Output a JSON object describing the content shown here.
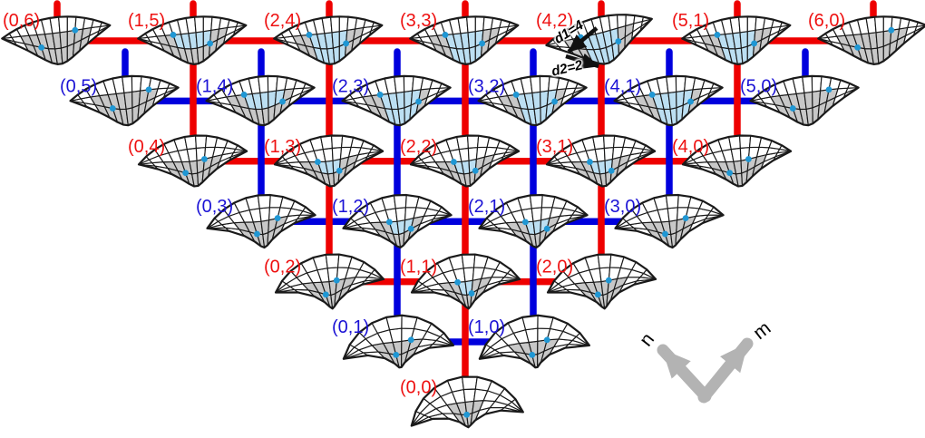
{
  "figure_name": "chirality-map-lattice",
  "nodes": [
    {
      "n": 0,
      "m": 6,
      "label": "(0,6)",
      "color": "red"
    },
    {
      "n": 1,
      "m": 5,
      "label": "(1,5)",
      "color": "red"
    },
    {
      "n": 2,
      "m": 4,
      "label": "(2,4)",
      "color": "red"
    },
    {
      "n": 3,
      "m": 3,
      "label": "(3,3)",
      "color": "red"
    },
    {
      "n": 4,
      "m": 2,
      "label": "(4,2)",
      "color": "red"
    },
    {
      "n": 5,
      "m": 1,
      "label": "(5,1)",
      "color": "red"
    },
    {
      "n": 6,
      "m": 0,
      "label": "(6,0)",
      "color": "red"
    },
    {
      "n": 0,
      "m": 5,
      "label": "(0,5)",
      "color": "blue"
    },
    {
      "n": 1,
      "m": 4,
      "label": "(1,4)",
      "color": "blue"
    },
    {
      "n": 2,
      "m": 3,
      "label": "(2,3)",
      "color": "blue"
    },
    {
      "n": 3,
      "m": 2,
      "label": "(3,2)",
      "color": "blue"
    },
    {
      "n": 4,
      "m": 1,
      "label": "(4,1)",
      "color": "blue"
    },
    {
      "n": 5,
      "m": 0,
      "label": "(5,0)",
      "color": "blue"
    },
    {
      "n": 0,
      "m": 4,
      "label": "(0,4)",
      "color": "red"
    },
    {
      "n": 1,
      "m": 3,
      "label": "(1,3)",
      "color": "red"
    },
    {
      "n": 2,
      "m": 2,
      "label": "(2,2)",
      "color": "red"
    },
    {
      "n": 3,
      "m": 1,
      "label": "(3,1)",
      "color": "red"
    },
    {
      "n": 4,
      "m": 0,
      "label": "(4,0)",
      "color": "red"
    },
    {
      "n": 0,
      "m": 3,
      "label": "(0,3)",
      "color": "blue"
    },
    {
      "n": 1,
      "m": 2,
      "label": "(1,2)",
      "color": "blue"
    },
    {
      "n": 2,
      "m": 1,
      "label": "(2,1)",
      "color": "blue"
    },
    {
      "n": 3,
      "m": 0,
      "label": "(3,0)",
      "color": "blue"
    },
    {
      "n": 0,
      "m": 2,
      "label": "(0,2)",
      "color": "red"
    },
    {
      "n": 1,
      "m": 1,
      "label": "(1,1)",
      "color": "red"
    },
    {
      "n": 2,
      "m": 0,
      "label": "(2,0)",
      "color": "red"
    },
    {
      "n": 0,
      "m": 1,
      "label": "(0,1)",
      "color": "blue"
    },
    {
      "n": 1,
      "m": 0,
      "label": "(1,0)",
      "color": "blue"
    },
    {
      "n": 0,
      "m": 0,
      "label": "(0,0)",
      "color": "red"
    }
  ],
  "annotations": {
    "d1": "d1=4",
    "d2": "d2=2"
  },
  "axes": {
    "n": "n",
    "m": "m"
  },
  "colors": {
    "red_line": "#ee0000",
    "blue_line": "#0000dd",
    "red_label": "#ee1010",
    "blue_label": "#1b12d5",
    "cell_white": "#ffffff",
    "cell_gray": "#c8c8c8",
    "cell_blue": "#bcdff2",
    "mesh_stroke": "#1a1a1a",
    "dot": "#1f97d4",
    "arrow_gray": "#b3b3b3",
    "annotation_black": "#111111"
  }
}
